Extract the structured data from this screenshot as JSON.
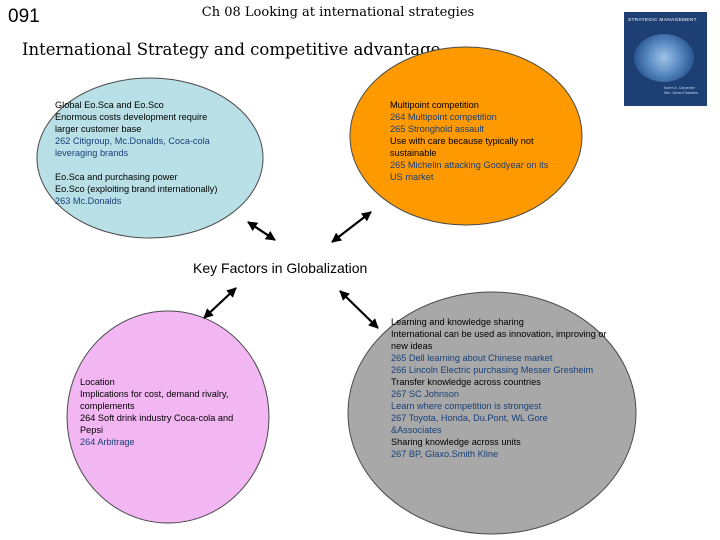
{
  "slide": {
    "number": "091",
    "chapter_title": "Ch 08 Looking at international strategies",
    "title": "International Strategy and competitive advantage",
    "center_label": "Key Factors in Globalization"
  },
  "book_cover": {
    "title": "STRATEGIC MANAGEMENT",
    "authors": [
      "Karen A. Carpenter",
      "Wm. Gerard Sanders"
    ]
  },
  "colors": {
    "top_left": "#b8e0e6",
    "top_right": "#ff9900",
    "bottom_left": "#f2b6f2",
    "bottom_right": "#a8a8a8",
    "reference_text": "#17407a"
  },
  "bubbles": {
    "top_left": {
      "lines": [
        "Global Eo.Sca and Eo.Sco",
        "Enormous costs development require",
        "larger customer base",
        "262 Citigroup, Mc.Donalds, Coca-cola",
        "leveraging brands",
        "",
        "Eo.Sca and purchasing power",
        "Eo.Sco (exploiting brand internationally)",
        "263 Mc.Donalds"
      ]
    },
    "top_right": {
      "lines": [
        "Multipoint competition",
        "264 Multipoint competition",
        "265 Stronghold assault",
        "Use with care because typically not",
        "sustainable",
        "265 Michelin attacking Goodyear on its",
        "US market"
      ]
    },
    "bottom_left": {
      "lines": [
        "Location",
        "Implications for cost, demand rivalry,",
        "complements",
        "264 Soft drink industry Coca-cola and",
        "Pepsi",
        "264 Arbitrage"
      ]
    },
    "bottom_right": {
      "lines": [
        "Learning and knowledge sharing",
        "International can be used as innovation, improving or",
        "new ideas",
        "265 Dell learning about Chinese market",
        "266 Lincoln Electric purchasing Messer Gresheim",
        "Transfer knowledge across countries",
        "267 SC Johnson",
        "Learn where competition is strongest",
        "267 Toyota, Honda, Du.Pont, WL Gore",
        "&Associates",
        "Sharing knowledge across units",
        "267 BP, Glaxo.Smith Kline"
      ]
    }
  }
}
